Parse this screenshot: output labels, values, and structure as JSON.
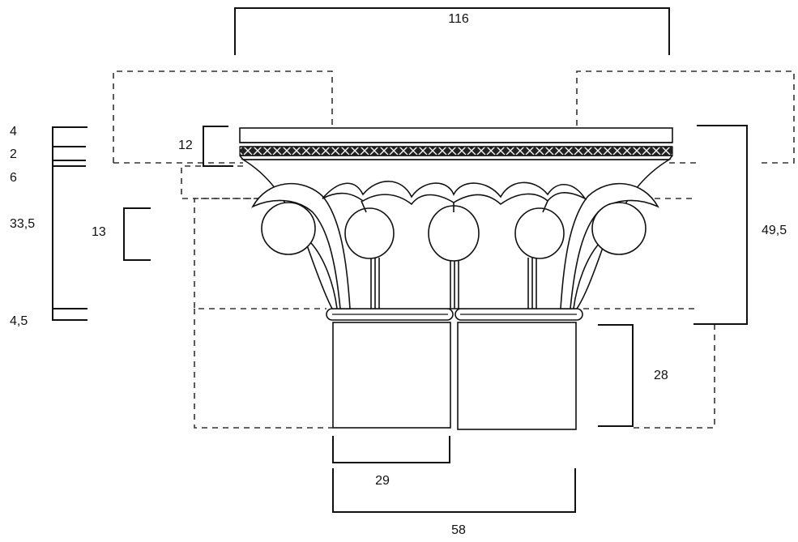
{
  "dimensions": {
    "total_width": "116",
    "abacus_height": "12",
    "layer_1": "4",
    "layer_2": "2",
    "layer_3": "6",
    "bell_height": "33,5",
    "astragal": "4,5",
    "fruit_height": "13",
    "capital_height": "49,5",
    "shaft_height": "28",
    "half_base": "29",
    "base_width": "58"
  },
  "colors": {
    "ink": "#111111",
    "background": "#ffffff"
  }
}
